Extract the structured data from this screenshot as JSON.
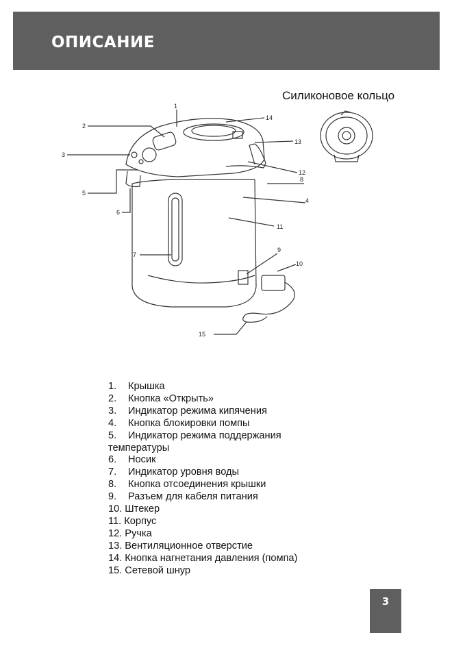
{
  "header": {
    "title": "ОПИСАНИЕ"
  },
  "ring_caption": "Силиконовое кольцо",
  "diagram_labels": [
    "1",
    "2",
    "3",
    "4",
    "5",
    "6",
    "7",
    "8",
    "9",
    "10",
    "11",
    "12",
    "13",
    "14",
    "15"
  ],
  "legend": [
    {
      "num": "1.",
      "text": "Крышка"
    },
    {
      "num": "2.",
      "text": "Кнопка «Открыть»"
    },
    {
      "num": "3.",
      "text": "Индикатор режима кипячения"
    },
    {
      "num": "4.",
      "text": "Кнопка блокировки помпы"
    },
    {
      "num": "5.",
      "text": "Индикатор режима поддержания",
      "cont": "температуры"
    },
    {
      "num": "6.",
      "text": "Носик"
    },
    {
      "num": "7.",
      "text": "Индикатор уровня воды"
    },
    {
      "num": "8.",
      "text": "Кнопка отсоединения крышки"
    },
    {
      "num": "9.",
      "text": "Разъем для кабеля питания"
    },
    {
      "num": "10.",
      "text": "Штекер"
    },
    {
      "num": "11.",
      "text": "Корпус"
    },
    {
      "num": "12.",
      "text": "Ручка"
    },
    {
      "num": "13.",
      "text": "Вентиляционное отверстие"
    },
    {
      "num": "14.",
      "text": "Кнопка нагнетания давления (помпа)"
    },
    {
      "num": "15.",
      "text": "Сетевой шнур"
    }
  ],
  "page_number": "3",
  "colors": {
    "header_bg": "#5f5f5f",
    "header_text": "#ffffff"
  }
}
